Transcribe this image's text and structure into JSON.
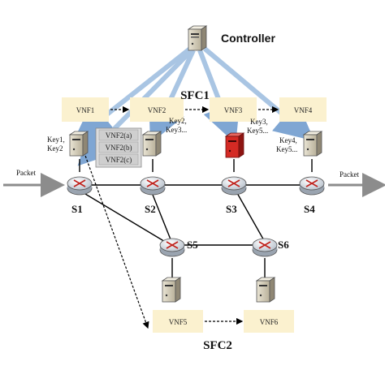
{
  "controller": {
    "label": "Controller"
  },
  "sfc1": {
    "label": "SFC1"
  },
  "sfc2": {
    "label": "SFC2"
  },
  "vnf_row1": [
    "VNF1",
    "VNF2",
    "VNF3",
    "VNF4"
  ],
  "vnf_row2": [
    "VNF5",
    "VNF6"
  ],
  "vnf2_instances": [
    "VNF2(a)",
    "VNF2(b)",
    "VNF2(c)"
  ],
  "switches": [
    "S1",
    "S2",
    "S3",
    "S4",
    "S5",
    "S6"
  ],
  "keys": {
    "s1": [
      "Key1,",
      "Key2"
    ],
    "s2": [
      "Key2,",
      "Key3..."
    ],
    "s3": [
      "Key3,",
      "Key5..."
    ],
    "s4": [
      "Key4,",
      "Key5..."
    ]
  },
  "packet_in": "Packet",
  "packet_out": "Packet",
  "colors": {
    "vnf_box": "#fbf1cf",
    "control_line": "#a9c5e3",
    "highlight_server": "#d42a24",
    "router": "#dfe4ea",
    "arrow_gray": "#8c8c8c"
  }
}
